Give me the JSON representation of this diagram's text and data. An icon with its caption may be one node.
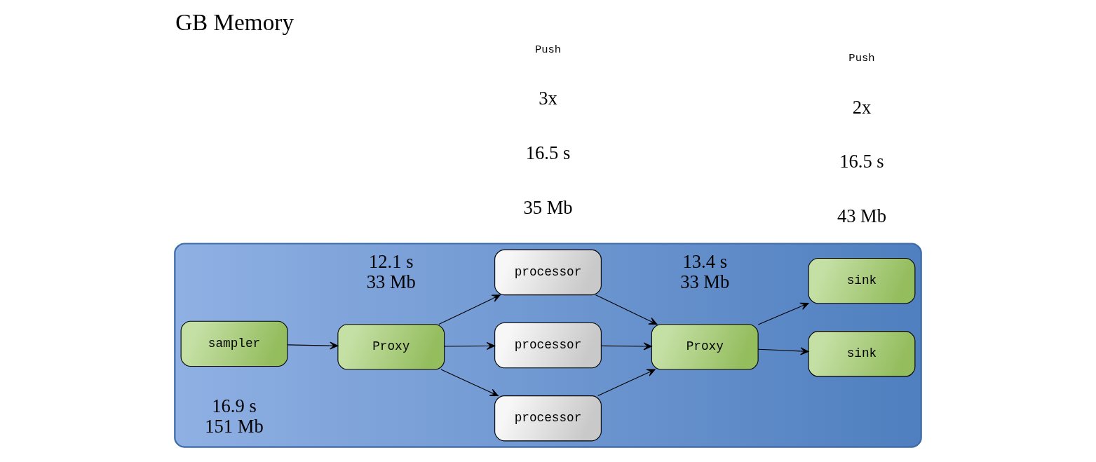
{
  "diagram": {
    "title": "GB Memory",
    "nodes": [
      {
        "text": [],
        "shape": "box"
      },
      {
        "text": [
          "sampler"
        ],
        "in": 0,
        "beside": [
          "16.9 s",
          "151 Mb"
        ]
      },
      {
        "text": [
          "Proxy"
        ],
        "in": 0,
        "beside": [
          "12.1 s",
          "33 Mb"
        ]
      },
      {
        "text": [
          "processor"
        ],
        "in": 0
      },
      {
        "text": [
          "processor"
        ],
        "in": 0
      },
      {
        "text": [
          "processor"
        ],
        "in": 0
      },
      {
        "text": [
          "Proxy"
        ],
        "in": 0,
        "beside": [
          "13.4 s",
          "33 Mb"
        ]
      },
      {
        "text": [
          "sink"
        ],
        "in": 0
      },
      {
        "text": [
          "sink"
        ],
        "in": 0
      }
    ],
    "edges": [
      {
        "from": 1,
        "to": 2,
        "arrow": "to"
      },
      {
        "from": 2,
        "to": 3,
        "arrow": "to"
      },
      {
        "from": 2,
        "to": 4,
        "arrow": "to"
      },
      {
        "from": 2,
        "to": 5,
        "arrow": "to"
      },
      {
        "from": 3,
        "to": 6,
        "arrow": "to"
      },
      {
        "from": 4,
        "to": 6,
        "arrow": "to"
      },
      {
        "from": 5,
        "to": 6,
        "arrow": "to"
      },
      {
        "from": 6,
        "to": 7,
        "arrow": "to"
      },
      {
        "from": 6,
        "to": 8,
        "arrow": "to"
      }
    ],
    "labels": [
      "3x",
      "16.5 s",
      "35 Mb",
      "2x",
      "16.5 s",
      "43 Mb",
      "Push",
      "Push"
    ]
  }
}
